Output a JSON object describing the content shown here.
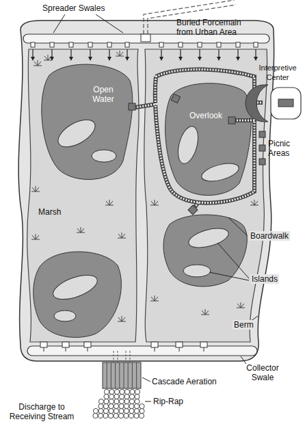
{
  "diagram": {
    "labels": [
      "Spreader Swales",
      "Buried Forcemain from Urban Area",
      "Interpretive Center",
      "Open Water",
      "Overlook",
      "Picnic Areas",
      "Marsh",
      "Boardwalk",
      "Islands",
      "Berm",
      "Collector Swale",
      "Cascade Aeration",
      "Rip-Rap",
      "Discharge to Receiving Stream"
    ]
  }
}
